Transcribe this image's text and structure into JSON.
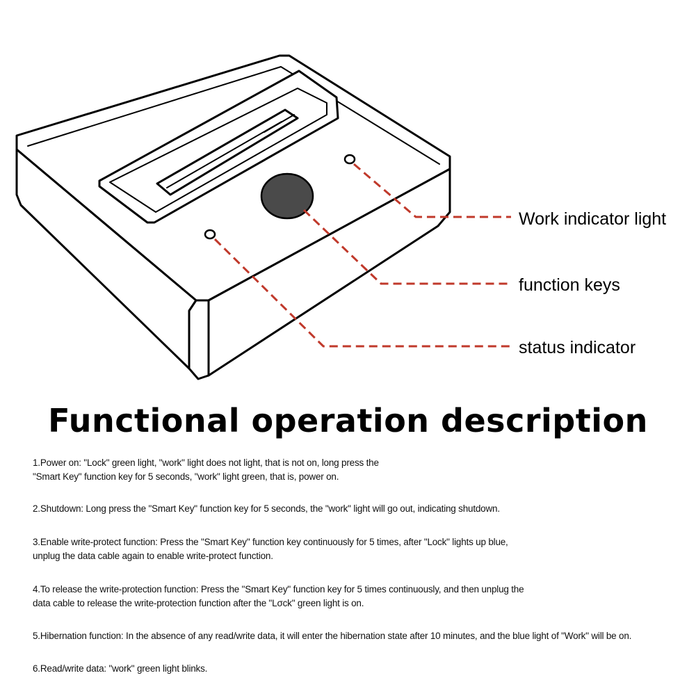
{
  "diagram": {
    "labels": {
      "work_indicator": "Work indicator light",
      "function_keys": "function keys",
      "status_indicator": "status indicator"
    },
    "colors": {
      "outline": "#000000",
      "leader_line": "#c0392b",
      "button": "#4a4a4a"
    }
  },
  "heading": "Functional operation description",
  "steps": [
    {
      "lines": [
        "1.Power on: \"Lock\" green light, \"work\" light does not light, that is not on, long press the",
        "\"Smart Key\" function key for 5 seconds, \"work\" light green, that is, power on."
      ]
    },
    {
      "lines": [
        "2.Shutdown: Long press the \"Smart Key\" function key for 5 seconds, the \"work\" light will go out, indicating shutdown."
      ]
    },
    {
      "lines": [
        "3.Enable write-protect function: Press the \"Smart Key\" function key continuously for 5 times, after \"Lock\" lights up blue,",
        "unplug the data cable again to enable write-protect function."
      ]
    },
    {
      "lines": [
        "4.To release the write-protection function: Press the \"Smart Key\" function key for 5 times continuously, and then unplug the",
        "data cable to release the write-protection function after the \"Lσck\" green light is on."
      ]
    },
    {
      "lines": [
        "5.Hibernation function: In the absence of any read/write data, it will enter the hibernation state after 10 minutes, and the blue light of \"Work\" will be on."
      ]
    },
    {
      "lines": [
        "6.Read/write data: \"work\" green light blinks."
      ]
    }
  ]
}
